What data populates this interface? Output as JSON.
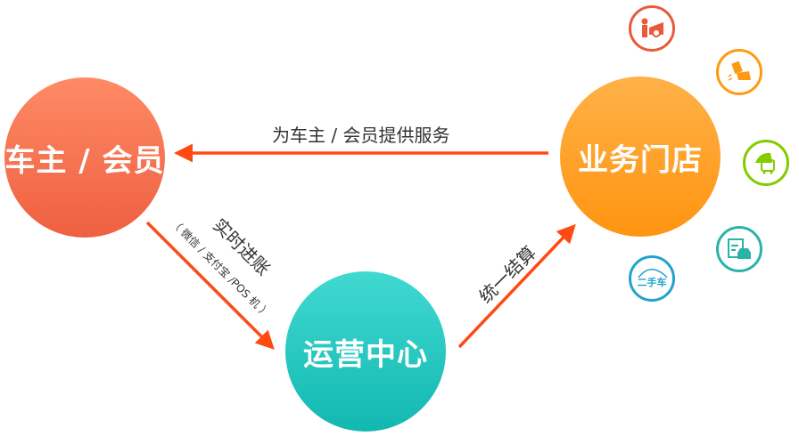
{
  "nodes": {
    "owner": "车主 / 会员",
    "store": "业务门店",
    "ops": "运营中心"
  },
  "arrows": {
    "top": "为车主 / 会员提供服务",
    "left": "实时进账",
    "left_sub": "（ 微信 / 支付宝 /POS 机 ）",
    "right": "统一结算"
  },
  "icons": {
    "used_car_text": "二手车"
  },
  "colors": {
    "arrow": "#ff4a14",
    "owner": "#f26b4a",
    "store": "#ffa020",
    "ops": "#22c7bf"
  }
}
